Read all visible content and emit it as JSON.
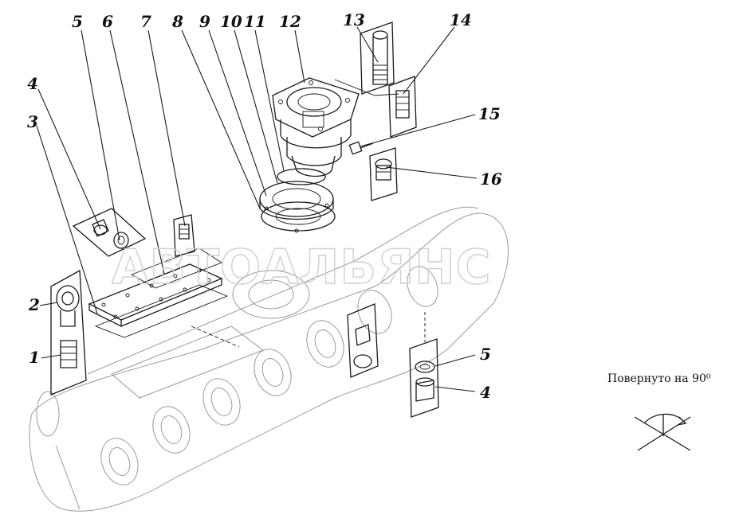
{
  "diagram": {
    "watermark_text": "АВТОАЛЬЯНС",
    "rotation_note": "Повернуто на 90⁰",
    "callouts": [
      {
        "id": "c1",
        "label": "1"
      },
      {
        "id": "c2",
        "label": "2"
      },
      {
        "id": "c3",
        "label": "3"
      },
      {
        "id": "c4a",
        "label": "4"
      },
      {
        "id": "c5a",
        "label": "5"
      },
      {
        "id": "c6",
        "label": "6"
      },
      {
        "id": "c7",
        "label": "7"
      },
      {
        "id": "c8",
        "label": "8"
      },
      {
        "id": "c9",
        "label": "9"
      },
      {
        "id": "c10",
        "label": "10"
      },
      {
        "id": "c11",
        "label": "11"
      },
      {
        "id": "c12",
        "label": "12"
      },
      {
        "id": "c13",
        "label": "13"
      },
      {
        "id": "c14",
        "label": "14"
      },
      {
        "id": "c15",
        "label": "15"
      },
      {
        "id": "c16",
        "label": "16"
      },
      {
        "id": "c5b",
        "label": "5"
      },
      {
        "id": "c4b",
        "label": "4"
      }
    ]
  }
}
